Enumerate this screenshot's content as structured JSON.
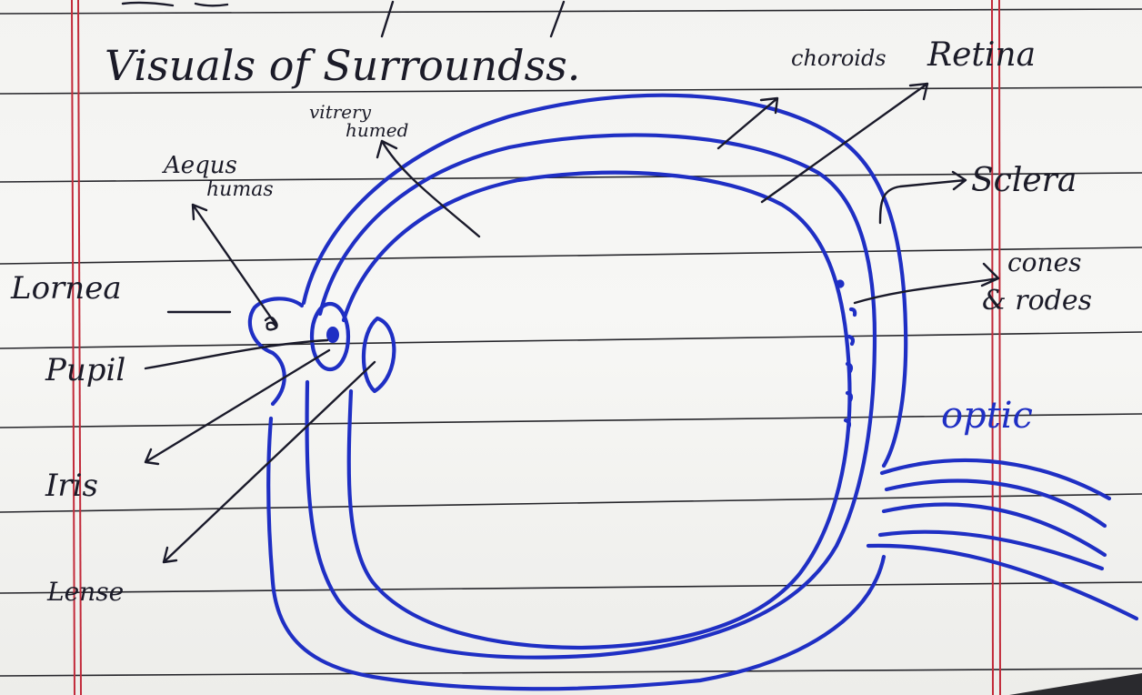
{
  "page": {
    "heading": "Visuals of Surroundss."
  },
  "labels": {
    "cornea": "Lornea",
    "pupil": "Pupil",
    "iris": "Iris",
    "lense": "Lense",
    "aqueous_line1": "Aequs",
    "aqueous_line2": "humas",
    "vitreous_line1": "vitrery",
    "vitreous_line2": "humed",
    "choroids": "choroids",
    "retina": "Retina",
    "sclera": "Sclera",
    "cones_line1": "cones",
    "cones_line2": "& rodes",
    "optic": "optic"
  },
  "colors": {
    "diagram_ink": "#1f2fc4",
    "label_ink": "#1b1b28",
    "margin_line": "#c22a3a",
    "paper": "#f5f5f3"
  }
}
